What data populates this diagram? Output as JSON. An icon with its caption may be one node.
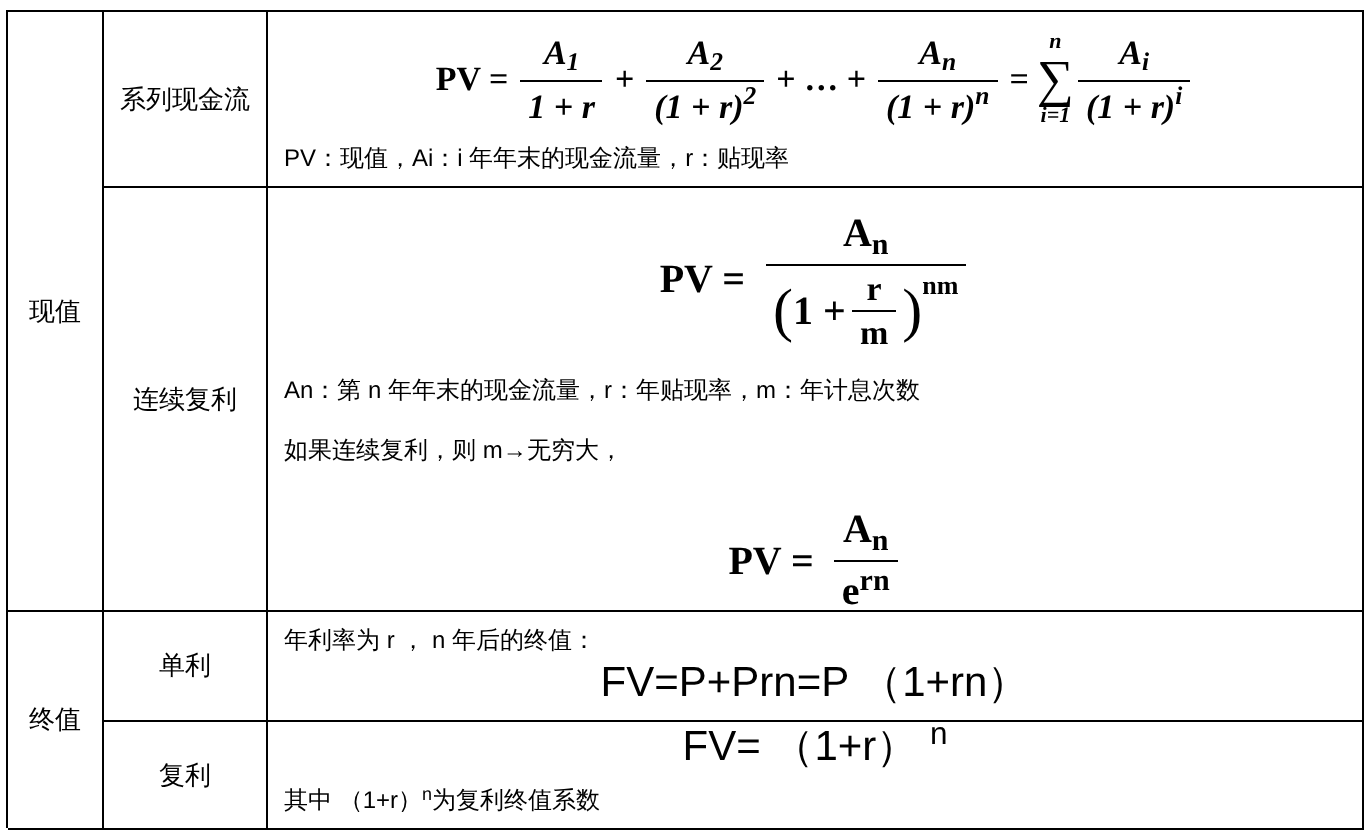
{
  "diagram": {
    "labels": [
      "现值",
      "系列现金流",
      "PV =",
      "A$_{1}$",
      "1 + r",
      "+",
      "A$_{2}$",
      "(1 + r)$^{2}$",
      "+ … +",
      "A$_{n}$",
      "(1 + r)$^{n}$",
      "=",
      "n",
      "∑",
      "i=1",
      "A$_{i}$",
      "(1 + r)$^{i}$",
      "PV：现值，Ai：i 年年末的现金流量，r：贴现率",
      "连续复利",
      "PV =",
      "A$_{n}$",
      "(",
      "1 +",
      "r",
      "m",
      ")",
      "nm",
      "An：第 n 年年末的现金流量，r：年贴现率，m：年计息次数",
      "如果连续复利，则 m→无穷大，",
      "PV =",
      "A$_{n}$",
      "e$^{rn}$",
      "终值",
      "单利",
      "年利率为 r ， n 年后的终值：",
      "FV=P+Prn=P （1+rn）",
      "复利",
      "FV= （1+r） $^{n}$",
      "其中 （1+r）$^{n}$为复利终值系数"
    ]
  }
}
